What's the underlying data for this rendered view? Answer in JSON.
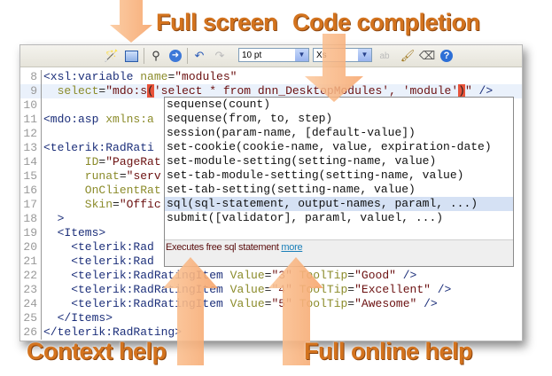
{
  "annotations": {
    "full_screen": "Full screen",
    "code_completion": "Code completion",
    "context_help": "Context help",
    "full_online_help": "Full online help",
    "accent_color": "#d3731e",
    "arrow_color": "#f9b27a"
  },
  "toolbar": {
    "icons": [
      "magic-wand-icon",
      "full-screen-icon",
      "find-icon",
      "goto-icon",
      "undo-icon",
      "redo-icon",
      "spellcheck-icon",
      "format-brush-icon",
      "eraser-icon",
      "help-icon"
    ],
    "font_size": "10 pt",
    "language": "Xs"
  },
  "code_lines": [
    {
      "n": "8",
      "parts": [
        [
          "t",
          "<xsl:variable "
        ],
        [
          "a",
          "name"
        ],
        [
          "p",
          "="
        ],
        [
          "v",
          "\"modules\""
        ]
      ]
    },
    {
      "n": "9",
      "cur": true,
      "parts": [
        [
          "a",
          "  select"
        ],
        [
          "p",
          "="
        ],
        [
          "v",
          "\"mdo:s"
        ],
        [
          "hl",
          "("
        ],
        [
          "v",
          "'select * from dnn_DesktopModules', 'module'"
        ],
        [
          "hl",
          ")"
        ],
        [
          "v",
          "\""
        ],
        [
          "t",
          " />"
        ]
      ]
    },
    {
      "n": "10",
      "parts": []
    },
    {
      "n": "11",
      "parts": [
        [
          "t",
          "<mdo:asp "
        ],
        [
          "a",
          "xmlns:a"
        ]
      ]
    },
    {
      "n": "12",
      "parts": []
    },
    {
      "n": "13",
      "parts": [
        [
          "t",
          "<telerik:RadRati"
        ]
      ]
    },
    {
      "n": "14",
      "parts": [
        [
          "a",
          "      ID"
        ],
        [
          "p",
          "="
        ],
        [
          "v",
          "\"PageRat"
        ]
      ]
    },
    {
      "n": "15",
      "parts": [
        [
          "a",
          "      runat"
        ],
        [
          "p",
          "="
        ],
        [
          "v",
          "\"serv"
        ]
      ]
    },
    {
      "n": "16",
      "parts": [
        [
          "a",
          "      OnClientRat"
        ]
      ]
    },
    {
      "n": "17",
      "parts": [
        [
          "a",
          "      Skin"
        ],
        [
          "p",
          "="
        ],
        [
          "v",
          "\"Offic"
        ]
      ]
    },
    {
      "n": "18",
      "parts": [
        [
          "t",
          "  >"
        ]
      ]
    },
    {
      "n": "19",
      "parts": [
        [
          "t",
          "  <Items>"
        ]
      ]
    },
    {
      "n": "20",
      "parts": [
        [
          "t",
          "    <telerik:Rad"
        ]
      ]
    },
    {
      "n": "21",
      "parts": [
        [
          "t",
          "    <telerik:Rad"
        ]
      ]
    },
    {
      "n": "22",
      "parts": [
        [
          "t",
          "    <telerik:RadRatingItem "
        ],
        [
          "a",
          "Value"
        ],
        [
          "p",
          "="
        ],
        [
          "v",
          "\"3\" "
        ],
        [
          "a",
          "ToolTip"
        ],
        [
          "p",
          "="
        ],
        [
          "v",
          "\"Good\""
        ],
        [
          "t",
          " />"
        ]
      ]
    },
    {
      "n": "23",
      "parts": [
        [
          "t",
          "    <telerik:RadRatingItem "
        ],
        [
          "a",
          "Value"
        ],
        [
          "p",
          "="
        ],
        [
          "v",
          "\"4\" "
        ],
        [
          "a",
          "ToolTip"
        ],
        [
          "p",
          "="
        ],
        [
          "v",
          "\"Excellent\""
        ],
        [
          "t",
          " />"
        ]
      ]
    },
    {
      "n": "24",
      "parts": [
        [
          "t",
          "    <telerik:RadRatingItem "
        ],
        [
          "a",
          "Value"
        ],
        [
          "p",
          "="
        ],
        [
          "v",
          "\"5\" "
        ],
        [
          "a",
          "ToolTip"
        ],
        [
          "p",
          "="
        ],
        [
          "v",
          "\"Awesome\""
        ],
        [
          "t",
          " />"
        ]
      ]
    },
    {
      "n": "25",
      "parts": [
        [
          "t",
          "  </Items>"
        ]
      ]
    },
    {
      "n": "26",
      "parts": [
        [
          "t",
          "</telerik:RadRating>"
        ]
      ]
    }
  ],
  "completion": {
    "items": [
      "sequense(count)",
      "sequense(from, to, step)",
      "session(param-name, [default-value])",
      "set-cookie(cookie-name, value, expiration-date)",
      "set-module-setting(setting-name, value)",
      "set-tab-module-setting(setting-name, value)",
      "set-tab-setting(setting-name, value)",
      "sql(sql-statement, output-names, paraml, ...)",
      "submit([validator], paraml, valuel, ...)"
    ],
    "selected_index": 7,
    "help_text": "Executes free sql statement",
    "more_link": "more"
  }
}
